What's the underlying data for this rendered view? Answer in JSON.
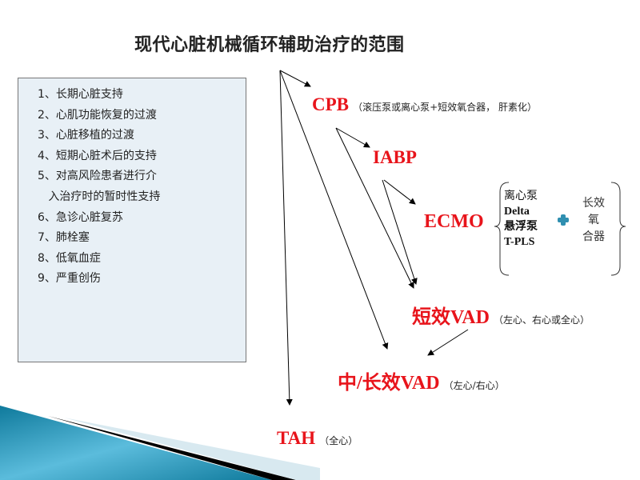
{
  "title": "现代心脏机械循环辅助治疗的范围",
  "indications": [
    "1、长期心脏支持",
    "2、心肌功能恢复的过渡",
    "3、心脏移植的过渡",
    "4、短期心脏术后的支持",
    "5、对高风险患者进行介",
    "   入治疗时的暂时性支持",
    "6、急诊心脏复苏",
    "7、肺栓塞",
    "8、低氧血症",
    "9、严重创伤"
  ],
  "nodes": {
    "cpb": {
      "label": "CPB",
      "note": "（滚压泵或离心泵+短效氧合器， 肝素化）"
    },
    "iabp": {
      "label": "IABP"
    },
    "ecmo": {
      "label": "ECMO",
      "pumps": [
        "离心泵",
        "Delta",
        "悬浮泵",
        "T-PLS"
      ],
      "oxygenator": [
        "长效",
        "氧",
        "合器"
      ]
    },
    "short_vad": {
      "label": "短效VAD",
      "note": "（左心、右心或全心）"
    },
    "long_vad": {
      "label": "中/长效VAD",
      "note": "（左心/右心）"
    },
    "tah": {
      "label": "TAH",
      "note": "（全心）"
    }
  },
  "colors": {
    "accent": "#e8141b",
    "plus": "#2f8fb0",
    "wave": "#1a8fb5"
  }
}
